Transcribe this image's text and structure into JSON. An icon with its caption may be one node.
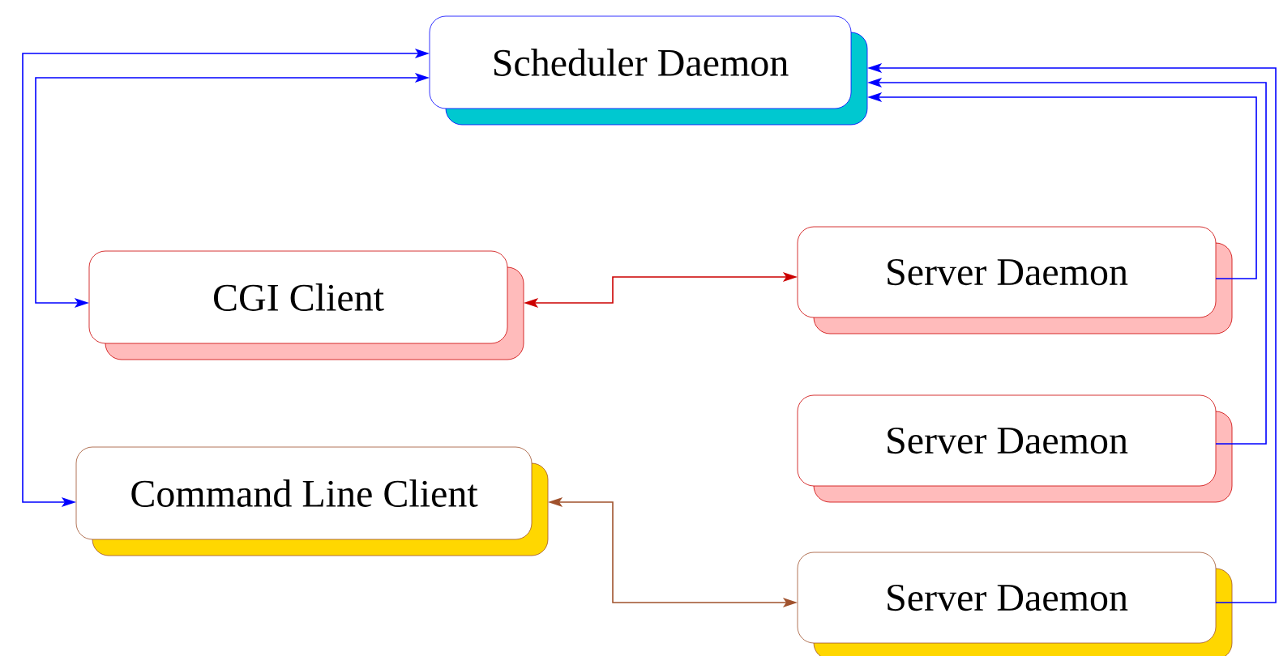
{
  "diagram": {
    "nodes": [
      {
        "text": [
          "Scheduler Daemon"
        ]
      },
      {
        "text": [
          "CGI Client"
        ]
      },
      {
        "text": [
          "Command Line Client"
        ]
      },
      {
        "text": [
          "Server Daemon"
        ]
      },
      {
        "text": [
          "Server Daemon"
        ]
      },
      {
        "text": [
          "Server Daemon"
        ]
      }
    ],
    "edges": [
      {
        "from": 0,
        "to": 1,
        "arrow": "both"
      },
      {
        "from": 0,
        "to": 2,
        "arrow": "both"
      },
      {
        "from": 1,
        "to": 3,
        "arrow": "both",
        "color": "#cc0000"
      },
      {
        "from": 2,
        "to": 5,
        "arrow": "both",
        "color": "#a0522d"
      },
      {
        "from": 3,
        "to": 0,
        "arrow": "to"
      },
      {
        "from": 4,
        "to": 0,
        "arrow": "to"
      },
      {
        "from": 5,
        "to": 0,
        "arrow": "to"
      }
    ]
  }
}
